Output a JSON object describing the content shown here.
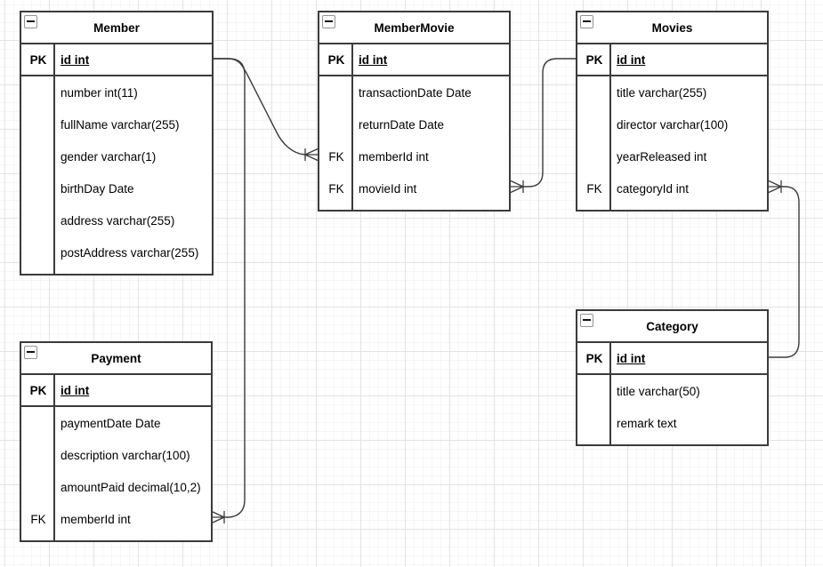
{
  "tables": {
    "member": {
      "title": "Member",
      "pk": {
        "key": "PK",
        "field": "id int"
      },
      "fields": [
        {
          "key": "",
          "text": "number int(11)"
        },
        {
          "key": "",
          "text": "fullName varchar(255)"
        },
        {
          "key": "",
          "text": "gender varchar(1)"
        },
        {
          "key": "",
          "text": "birthDay Date"
        },
        {
          "key": "",
          "text": "address varchar(255)"
        },
        {
          "key": "",
          "text": "postAddress varchar(255)"
        }
      ]
    },
    "membermovie": {
      "title": "MemberMovie",
      "pk": {
        "key": "PK",
        "field": "id int"
      },
      "fields": [
        {
          "key": "",
          "text": "transactionDate Date"
        },
        {
          "key": "",
          "text": "returnDate Date"
        },
        {
          "key": "FK",
          "text": "memberId int"
        },
        {
          "key": "FK",
          "text": "movieId int"
        }
      ]
    },
    "movies": {
      "title": "Movies",
      "pk": {
        "key": "PK",
        "field": "id int"
      },
      "fields": [
        {
          "key": "",
          "text": "title varchar(255)"
        },
        {
          "key": "",
          "text": "director varchar(100)"
        },
        {
          "key": "",
          "text": "yearReleased int"
        },
        {
          "key": "FK",
          "text": "categoryId int"
        }
      ]
    },
    "category": {
      "title": "Category",
      "pk": {
        "key": "PK",
        "field": "id int"
      },
      "fields": [
        {
          "key": "",
          "text": "title varchar(50)"
        },
        {
          "key": "",
          "text": "remark text"
        }
      ]
    },
    "payment": {
      "title": "Payment",
      "pk": {
        "key": "PK",
        "field": "id int"
      },
      "fields": [
        {
          "key": "",
          "text": "paymentDate Date"
        },
        {
          "key": "",
          "text": "description varchar(100)"
        },
        {
          "key": "",
          "text": "amountPaid decimal(10,2)"
        },
        {
          "key": "FK",
          "text": "memberId int"
        }
      ]
    }
  },
  "relationships": [
    {
      "from": "Member.id",
      "to": "MemberMovie.memberId",
      "cardinality": "one-to-many"
    },
    {
      "from": "Movies.id",
      "to": "MemberMovie.movieId",
      "cardinality": "one-to-many"
    },
    {
      "from": "Category.id",
      "to": "Movies.categoryId",
      "cardinality": "one-to-many"
    },
    {
      "from": "Member.id",
      "to": "Payment.memberId",
      "cardinality": "one-to-many"
    }
  ],
  "colors": {
    "stroke": "#3b3b3b",
    "text": "#000000",
    "background": "#ffffff",
    "grid_minor": "#f6f6f6",
    "grid_major": "#e4e4e4"
  }
}
